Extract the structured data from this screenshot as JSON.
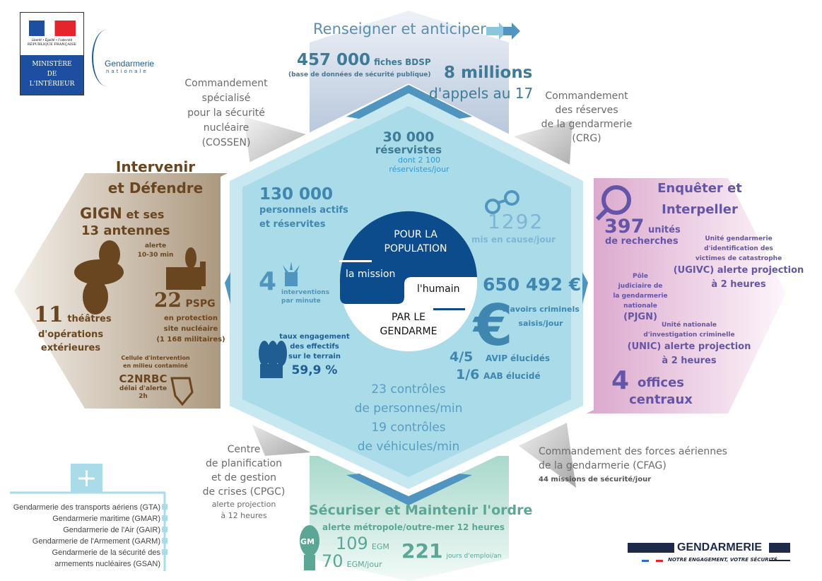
{
  "logos": {
    "ministry_motto": "Liberté • Égalité • Fraternité",
    "ministry_republic": "RÉPUBLIQUE FRANÇAISE",
    "ministry_name": [
      "MINISTÈRE",
      "DE",
      "L'INTÉRIEUR"
    ],
    "gendarmerie_word": "Gendarmerie",
    "gendarmerie_sub": "nationale",
    "brand_name": "GENDARMERIE",
    "brand_tagline": "NOTRE ENGAGEMENT, VOTRE SÉCURITÉ"
  },
  "colors": {
    "center": "#a9dbe8",
    "dark_blue": "#0d4c8c",
    "brown": "#6a4620",
    "purple": "#6555a6",
    "green": "#5ca696",
    "top_panel": "#c4cfe0"
  },
  "renseigner": {
    "title": "Renseigner et anticiper",
    "bdsp_value": "457 000",
    "bdsp_label": "fiches BDSP",
    "bdsp_note": "(base de données de sécurité publique)",
    "calls_value": "8 millions",
    "calls_label": "d'appels au 17"
  },
  "connectors": {
    "cossen": [
      "Commandement",
      "spécialisé",
      "pour la sécurité",
      "nucléaire",
      "(COSSEN)"
    ],
    "crg": [
      "Commandement",
      "des réserves",
      "de la gendarmerie",
      "(CRG)"
    ],
    "cpgc": [
      "Centre",
      "de planification",
      "et de gestion",
      "de crises (CPGC)"
    ],
    "cpgc_alert": [
      "alerte projection",
      "à 12 heures"
    ],
    "cfag": [
      "Commandement des forces aériennes",
      "de la gendarmerie (CFAG)"
    ],
    "cfag_missions": "44 missions de sécurité/jour"
  },
  "center": {
    "reservists_value": "30 000",
    "reservists_label": "réservistes",
    "reservists_daily": [
      "dont 2 100",
      "réservistes/jour"
    ],
    "personnel_value": "130 000",
    "personnel_label": [
      "personnels actifs",
      "et réservites"
    ],
    "interventions_value": "4",
    "interventions_label": [
      "interventions",
      "par minute"
    ],
    "engagement_label": [
      "taux engagement",
      "des effectifs",
      "sur le terrain"
    ],
    "engagement_value": "59,9 %",
    "suspects_value": "1292",
    "suspects_label": "mis en cause/jour",
    "assets_value": "650 492 €",
    "assets_label": [
      "d'avoirs criminels",
      "saisis/jour"
    ],
    "avip_value": "4/5",
    "avip_label": "AVIP élucidés",
    "aab_value": "1/6",
    "aab_label": "AAB élucidé",
    "controls_people": [
      "23 contrôles",
      "de personnes/min"
    ],
    "controls_vehicles": [
      "19 contrôles",
      "de véhicules/min"
    ],
    "circle_top": [
      "POUR LA",
      "POPULATION"
    ],
    "circle_mission": "la mission",
    "circle_human": "l'humain",
    "circle_bottom": [
      "PAR LE",
      "GENDARME"
    ]
  },
  "intervenir": {
    "title": [
      "Intervenir",
      "et Défendre"
    ],
    "gign": "GIGN",
    "gign_rest": "et ses",
    "antennes": "13 antennes",
    "gign_alert": [
      "alerte",
      "10-30 min"
    ],
    "pspg_value": "22",
    "pspg_label": "PSPG",
    "pspg_desc": [
      "en protection",
      "site nucléaire",
      "(1 168 militaires)"
    ],
    "theatres_value": "11",
    "theatres_label": "théâtres",
    "theatres_desc": [
      "d'opérations",
      "extérieures"
    ],
    "cell_desc": [
      "Cellule d'intervention",
      "en milieu contaminé"
    ],
    "c2nrbc": "C2NRBC",
    "c2nrbc_alert": [
      "délai d'alerte",
      "2h"
    ]
  },
  "enqueter": {
    "title": [
      "Enquêter et",
      "Interpeller"
    ],
    "units_value": "397",
    "units_label": "unités",
    "units_label2": "de recherches",
    "ugivc": [
      "Unité gendarmerie",
      "d'identification des",
      "victimes de catastrophe"
    ],
    "ugivc_alert": [
      "(UGIVC) alerte projection",
      "à 2 heures"
    ],
    "pjgn": [
      "Pôle",
      "judiciaire de",
      "la gendarmerie",
      "nationale"
    ],
    "pjgn_abbr": "(PJGN)",
    "unic": [
      "Unité nationale",
      "d'investigation criminelle"
    ],
    "unic_alert": [
      "(UNIC) alerte projection",
      "à 2 heures"
    ],
    "offices_value": "4",
    "offices_label": [
      "offices",
      "centraux"
    ]
  },
  "securiser": {
    "title": "Sécuriser et Maintenir l'ordre",
    "alert": "alerte métropole/outre-mer 12 heures",
    "gm_badge": "GM",
    "egm_value": "109",
    "egm_label": "EGM",
    "egm_daily_value": "70",
    "egm_daily_label": "EGM/jour",
    "days_value": "221",
    "days_label": "jours d'emploi/an"
  },
  "specialized": {
    "plus_symbol": "+",
    "items": [
      "Gendarmerie des transports aériens (GTA)",
      "Gendarmerie maritime (GMAR)",
      "Gendarmerie de l'Air (GAIR)",
      "Gendarmerie de l'Armement (GARM)",
      "Gendarmerie de la sécurité des",
      "armements nucléaires (GSAN)"
    ]
  }
}
